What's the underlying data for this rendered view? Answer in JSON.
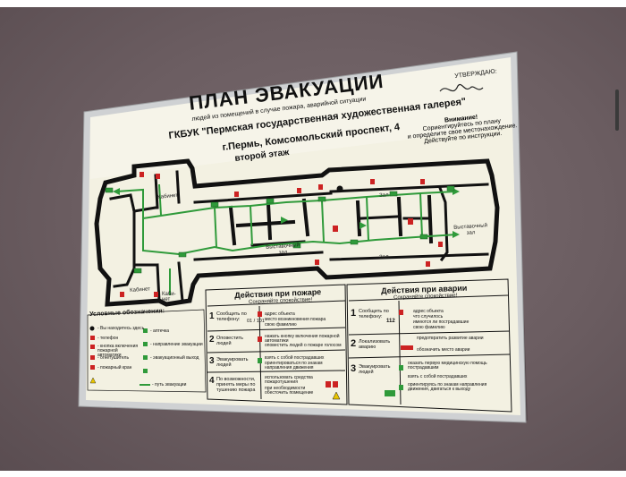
{
  "sign": {
    "title": "ПЛАН ЭВАКУАЦИИ",
    "subtitle": "людей из помещений в случае пожара, аварийной ситуации",
    "organization": "ГКБУК \"Пермская государственная художественная галерея\"",
    "address": "г.Пермь, Комсомольский проспект, 4",
    "floor": "второй этаж",
    "approved": "УТВЕРЖДАЮ:",
    "attention": [
      "Внимание!",
      "Сориентируйтесь по плану",
      "и определите свое местонахождение.",
      "Действуйте по инструкции."
    ]
  },
  "rooms": {
    "cabinet_top": "Кабинет",
    "cabinet_bottom": "Кабинет",
    "cabinet_bottom2": "Каби-нет",
    "hall_center": "Выставочный зал",
    "hall_zal_top": "Зал",
    "hall_zal_bottom": "Зал",
    "hall_right": "Выставочный зал"
  },
  "legend": {
    "title": "Условные обозначения:",
    "items": [
      "- Вы находитесь здесь",
      "- телефон",
      "- кнопка включения пожарной автоматики",
      "- огнетушитель",
      "- пожарный кран",
      "- аптечка",
      "- направление эвакуации",
      "- эвакуационный выход",
      "- путь эвакуации"
    ]
  },
  "fire_box": {
    "title": "Действия при пожаре",
    "calm": "Сохраняйте спокойствие!",
    "steps": [
      {
        "num": "1",
        "text": "Сообщить по телефону:",
        "phone": "01 / 101",
        "right": [
          "адрес объекта",
          "место возникновения пожара",
          "свою фамилию"
        ]
      },
      {
        "num": "2",
        "text": "Оповестить людей",
        "right": [
          "нажать кнопку включения пожарной автоматики",
          "оповестить людей о пожаре голосом"
        ]
      },
      {
        "num": "3",
        "text": "Эвакуировать людей",
        "right": [
          "взять с собой пострадавших",
          "ориентироваться по знакам направления движения"
        ]
      },
      {
        "num": "4",
        "text": "По возможности, принять меры по тушению пожара",
        "right": [
          "использовать средства пожаротушения",
          "при необходимости обесточить помещение"
        ]
      }
    ]
  },
  "accident_box": {
    "title": "Действия при аварии",
    "calm": "Сохраняйте спокойствие!",
    "steps": [
      {
        "num": "1",
        "text": "Сообщить по телефону:",
        "phone": "112",
        "right": [
          "адрес объекта",
          "что случилось",
          "имеются ли пострадавшие",
          "свою фамилию"
        ]
      },
      {
        "num": "2",
        "text": "Локализовать аварию",
        "right": [
          "предотвратить развитие аварии",
          "обозначить место аварии"
        ]
      },
      {
        "num": "3",
        "text": "Эвакуировать людей",
        "right": [
          "оказать первую медицинскую помощь пострадавшим",
          "взять с собой пострадавших",
          "ориентируясь по знакам направления движения, двигаться к выходу"
        ]
      }
    ]
  },
  "colors": {
    "wall": "#6b5d61",
    "board": "#f3f1e2",
    "walls_plan": "#111111",
    "route": "#2f9a3a",
    "fire_red": "#cc2222",
    "frame": "#c9cbcd"
  }
}
